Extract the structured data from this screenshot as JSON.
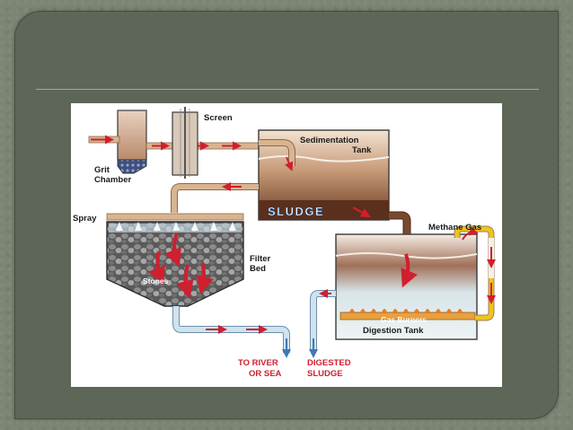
{
  "labels": {
    "screen": "Screen",
    "sedimentation_tank_line1": "Sedimentation",
    "sedimentation_tank_line2": "Tank",
    "grit_chamber_line1": "Grit",
    "grit_chamber_line2": "Chamber",
    "spray": "Spray",
    "sludge": "SLUDGE",
    "methane_gas": "Methane Gas",
    "filter_bed_line1": "Filter",
    "filter_bed_line2": "Bed",
    "stones": "Stones",
    "gas_burners": "Gas Burners",
    "digestion_tank": "Digestion Tank",
    "to_river_line1": "TO RIVER",
    "to_river_line2": "OR SEA",
    "digested_sludge_line1": "DIGESTED",
    "digested_sludge_line2": "SLUDGE"
  },
  "colors": {
    "card": "#5e6757",
    "border": "#7c8474",
    "pipe_tan": "#d9b48f",
    "arrow_red": "#d01f2f",
    "water_blue": "#cfe3ee",
    "sludge_brown": "#7a4a2c",
    "methane_yellow": "#f0c419"
  }
}
